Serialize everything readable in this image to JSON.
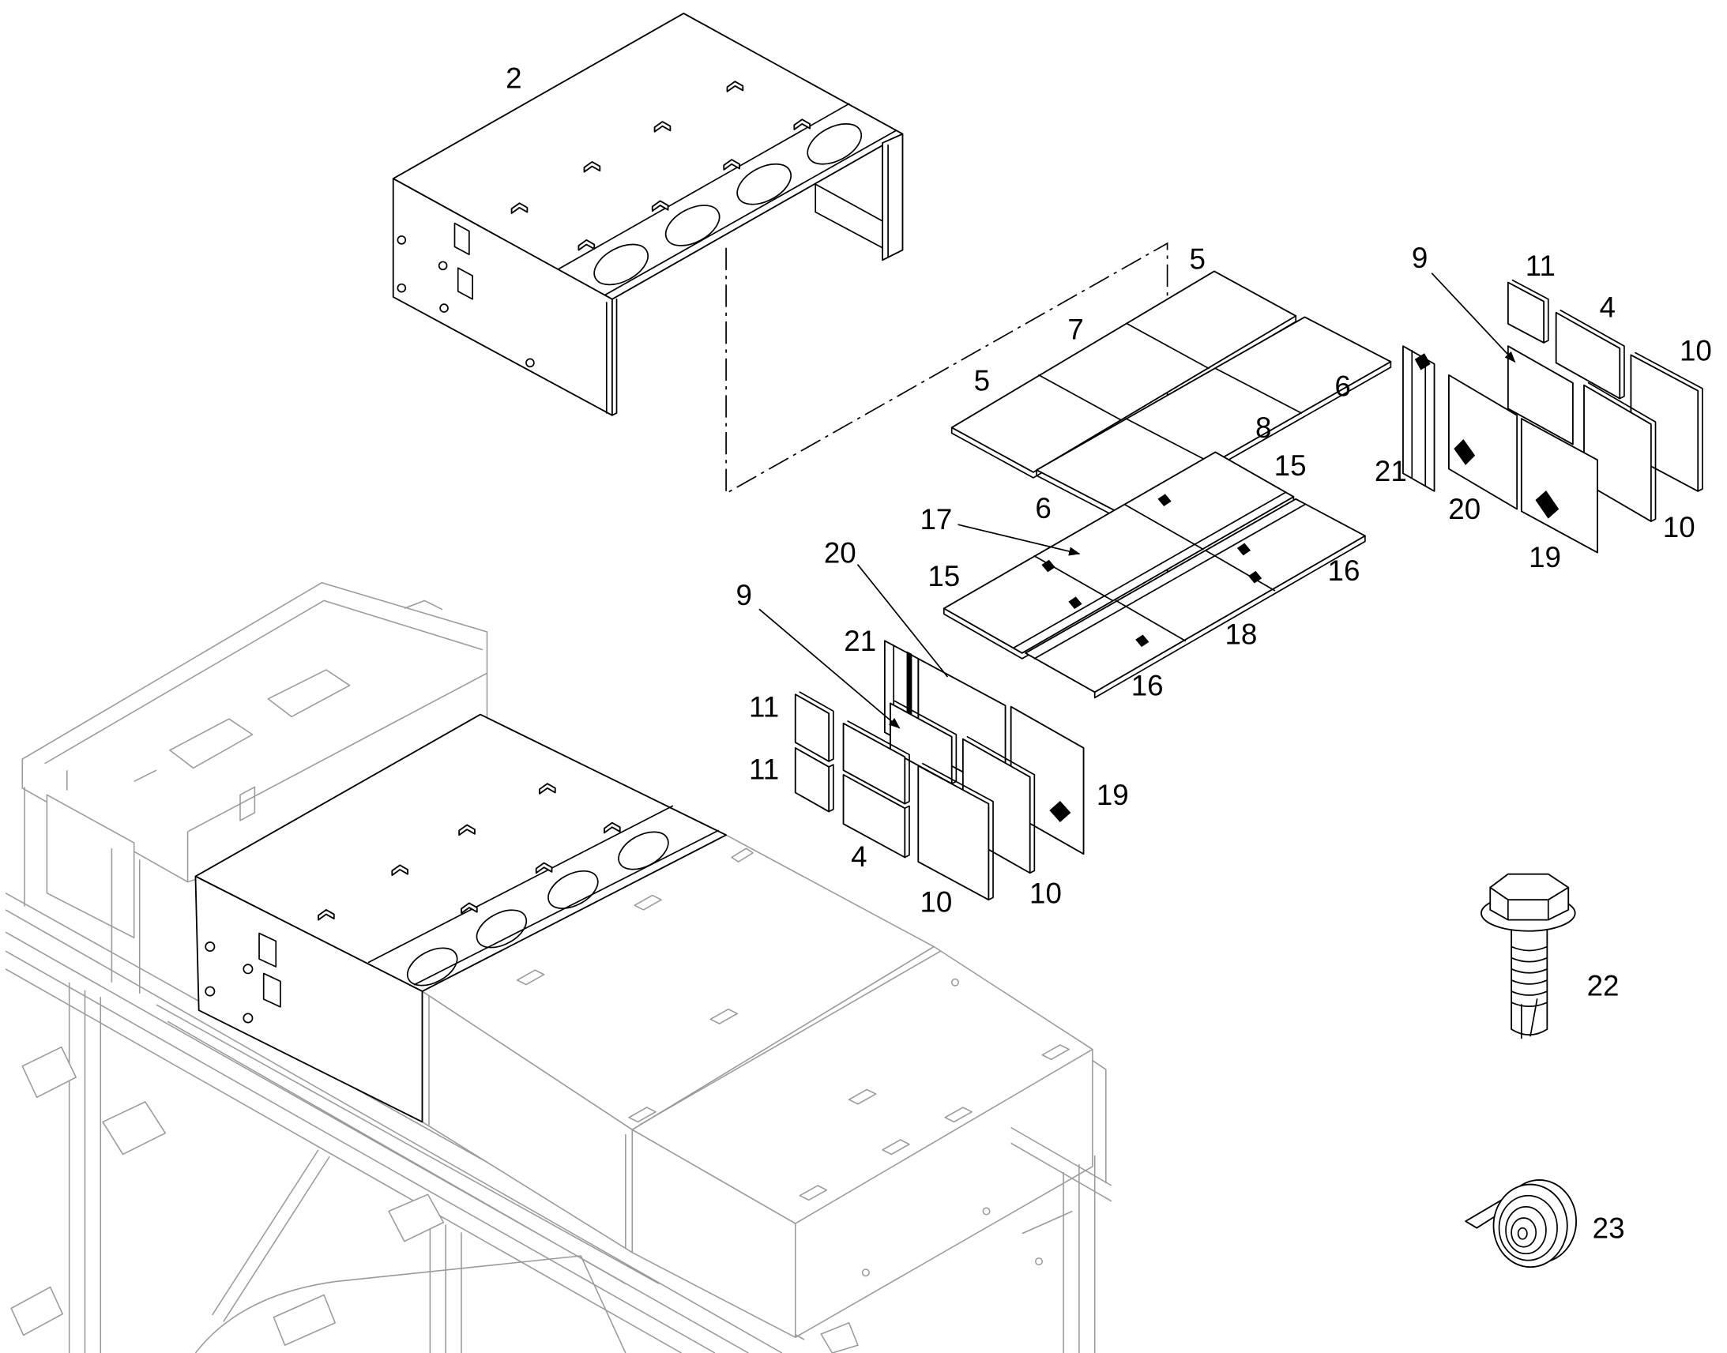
{
  "callouts": [
    "2",
    "5",
    "7",
    "5",
    "6",
    "8",
    "6",
    "15",
    "17",
    "15",
    "16",
    "18",
    "16",
    "20",
    "9",
    "21",
    "11",
    "11",
    "4",
    "19",
    "10",
    "10",
    "9",
    "11",
    "4",
    "10",
    "21",
    "20",
    "10",
    "19",
    "22",
    "23"
  ],
  "colors": {
    "line": "#000000",
    "context_line": "#9a9a9a",
    "background": "#ffffff"
  }
}
